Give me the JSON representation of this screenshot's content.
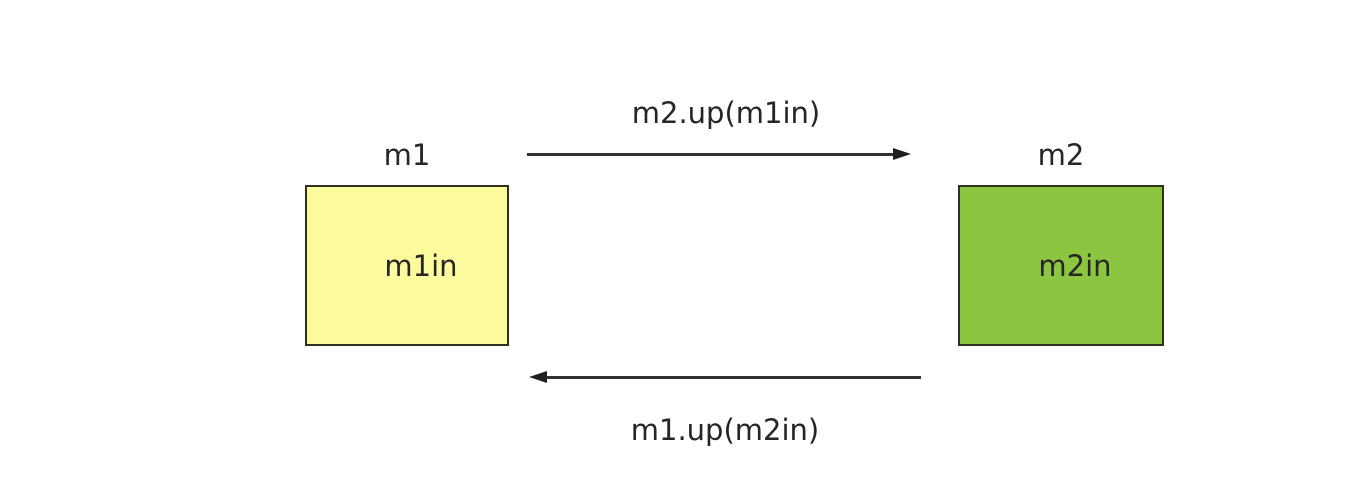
{
  "diagram": {
    "nodes": [
      {
        "title": "m1",
        "label": "m1in",
        "fill": "#fbfb9e",
        "border": "#3a3a22"
      },
      {
        "title": "m2",
        "label": "m2in",
        "fill": "#8cc540",
        "border": "#24360f"
      }
    ],
    "edges": [
      {
        "label": "m2.up(m1in)",
        "direction": "left-to-right"
      },
      {
        "label": "m1.up(m2in)",
        "direction": "right-to-left"
      }
    ],
    "colors": {
      "background": "#ffffff",
      "line": "#323232",
      "text": "#262626"
    }
  }
}
